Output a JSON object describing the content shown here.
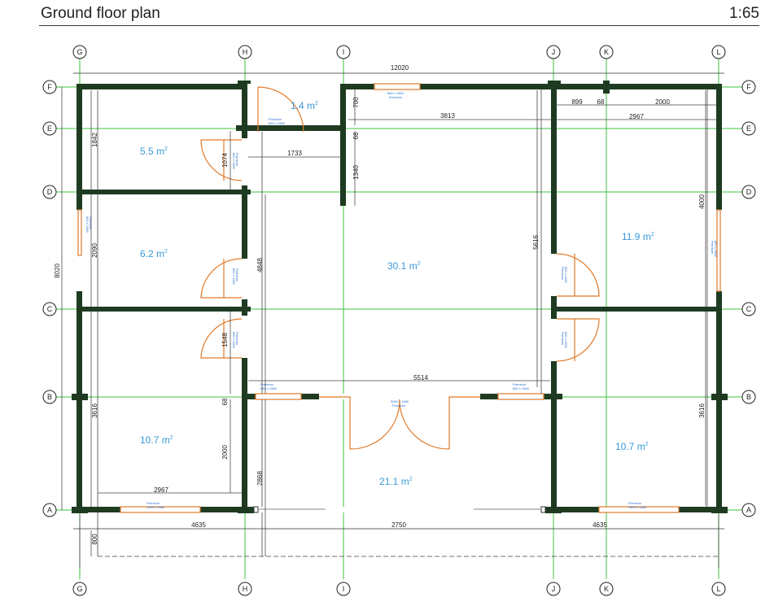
{
  "header": {
    "title": "Ground floor plan",
    "scale": "1:65"
  },
  "colors": {
    "wall": "#1e3b22",
    "grid": "#3cc43c",
    "door": "#e07a2a",
    "area": "#3a9ad9",
    "dim": "#333333",
    "label": "#2a6fd0"
  },
  "axes": {
    "columns": [
      {
        "id": "G",
        "label": "G"
      },
      {
        "id": "H",
        "label": "H"
      },
      {
        "id": "I",
        "label": "I"
      },
      {
        "id": "J",
        "label": "J"
      },
      {
        "id": "K",
        "label": "K"
      },
      {
        "id": "L",
        "label": "L"
      }
    ],
    "rows": [
      {
        "id": "F",
        "label": "F"
      },
      {
        "id": "E",
        "label": "E"
      },
      {
        "id": "D",
        "label": "D"
      },
      {
        "id": "C",
        "label": "C"
      },
      {
        "id": "B",
        "label": "B"
      },
      {
        "id": "A",
        "label": "A"
      }
    ]
  },
  "rooms": [
    {
      "id": "wc",
      "area": "1.4",
      "unit": "m",
      "sup": "2"
    },
    {
      "id": "bed1",
      "area": "5.5",
      "unit": "m",
      "sup": "2"
    },
    {
      "id": "bed2",
      "area": "6.2",
      "unit": "m",
      "sup": "2"
    },
    {
      "id": "living",
      "area": "30.1",
      "unit": "m",
      "sup": "2"
    },
    {
      "id": "bed-right-top",
      "area": "11.9",
      "unit": "m",
      "sup": "2"
    },
    {
      "id": "bed-left-bottom",
      "area": "10.7",
      "unit": "m",
      "sup": "2"
    },
    {
      "id": "terrace",
      "area": "21.1",
      "unit": "m",
      "sup": "2"
    },
    {
      "id": "bed-right-bottom",
      "area": "10.7",
      "unit": "m",
      "sup": "2"
    }
  ],
  "dimensions": {
    "overall_width": "12020",
    "d_899": "899",
    "d_68_top": "68",
    "d_2000_top": "2000",
    "d_2967_top": "2967",
    "d_3813": "3813",
    "d_700": "700",
    "d_68_mid": "68",
    "d_1340": "1340",
    "d_1733": "1733",
    "d_1842": "1842",
    "d_1074": "1074",
    "d_8020": "8020",
    "d_2090": "2090",
    "d_4848": "4848",
    "d_5616": "5616",
    "d_4000": "4000",
    "d_1548": "1548",
    "d_5514": "5514",
    "d_3616_left": "3616",
    "d_68_low": "68",
    "d_2000_low": "2000",
    "d_2868": "2868",
    "d_3616_right": "3616",
    "d_2967_bottom": "2967",
    "d_4635_left": "4635",
    "d_2750": "2750",
    "d_4635_right": "4635",
    "d_800": "800"
  },
  "labels": {
    "premium": "Premium",
    "door_size": "850 x 1980",
    "win_size": "850 x 1980",
    "win_left": "1500 x 1980",
    "terrace_door": "3000 x 1980"
  }
}
